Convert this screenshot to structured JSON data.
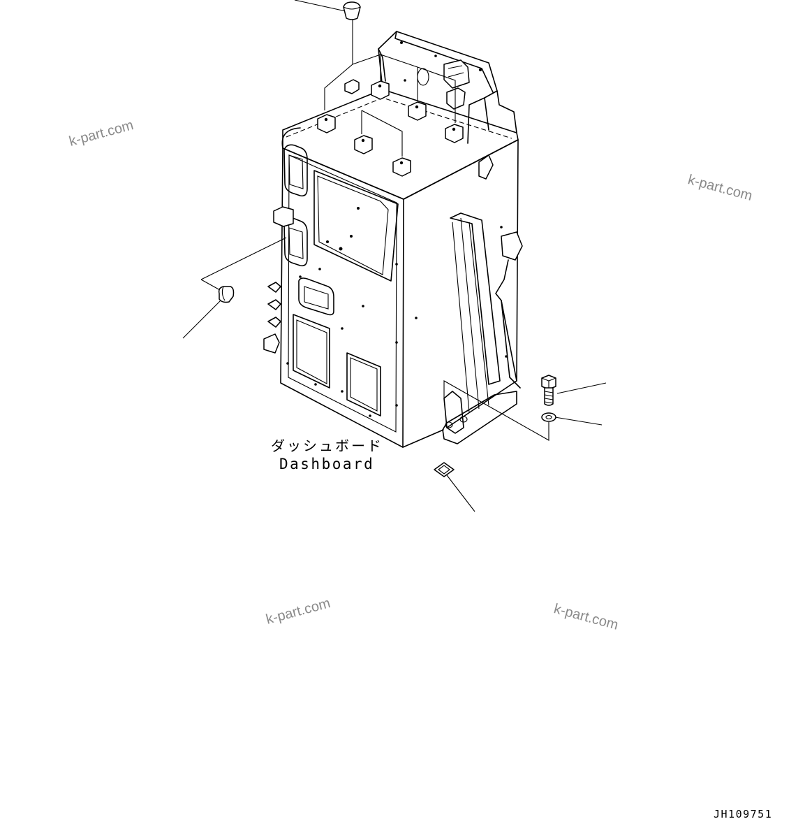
{
  "labels": {
    "dashboard_jp": "ダッシュボード",
    "dashboard_en": "Dashboard",
    "drawing_code": "JH109751"
  },
  "watermarks": [
    "k-part.com",
    "k-part.com",
    "k-part.com",
    "k-part.com"
  ]
}
